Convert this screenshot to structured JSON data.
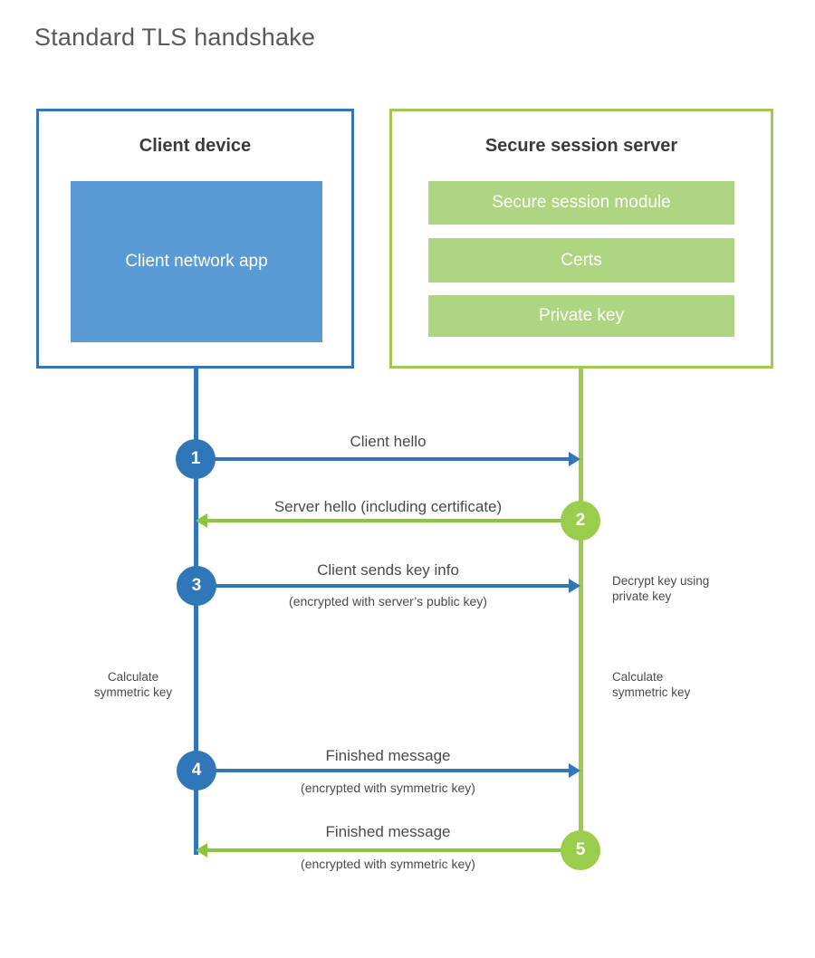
{
  "title": "Standard TLS handshake",
  "colors": {
    "client_accent": "#3275b9",
    "client_block": "#5b9bd5",
    "server_accent": "#9ecb4f",
    "server_block": "#aed581",
    "arrow_blue": "#3275b9",
    "arrow_green": "#8cc63f",
    "circle_blue": "#2f77b8",
    "circle_green": "#9acd4c",
    "title_text": "#58595b",
    "body_text": "#4a4a4c"
  },
  "client": {
    "title": "Client device",
    "app_label": "Client network app"
  },
  "server": {
    "title": "Secure session server",
    "blocks": [
      {
        "label": "Secure session module"
      },
      {
        "label": "Certs"
      },
      {
        "label": "Private key"
      }
    ]
  },
  "steps": [
    {
      "number": "1",
      "direction": "client-to-server",
      "label": "Client hello",
      "sublabel": ""
    },
    {
      "number": "2",
      "direction": "server-to-client",
      "label": "Server hello (including certificate)",
      "sublabel": ""
    },
    {
      "number": "3",
      "direction": "client-to-server",
      "label": "Client sends key info",
      "sublabel": "(encrypted with server’s public key)"
    },
    {
      "number": "4",
      "direction": "client-to-server",
      "label": "Finished message",
      "sublabel": "(encrypted with symmetric key)"
    },
    {
      "number": "5",
      "direction": "server-to-client",
      "label": "Finished message",
      "sublabel": "(encrypted with symmetric key)"
    }
  ],
  "notes": {
    "decrypt_key": "Decrypt key using private key",
    "client_calculate": "Calculate symmetric key",
    "server_calculate": "Calculate symmetric key"
  }
}
